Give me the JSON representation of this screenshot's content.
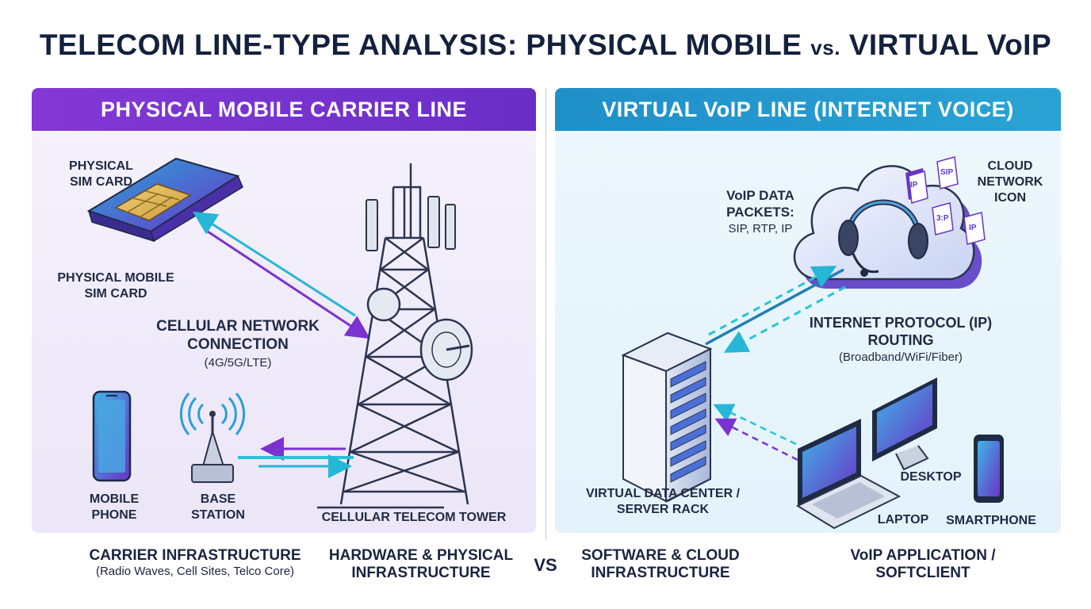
{
  "title": {
    "main_left": "TELECOM LINE-TYPE ANALYSIS: PHYSICAL MOBILE",
    "vs": "vs.",
    "main_right": "VIRTUAL VoIP"
  },
  "left_panel": {
    "header": "PHYSICAL MOBILE CARRIER LINE",
    "sim_label_top": [
      "PHYSICAL",
      "SIM CARD"
    ],
    "sim_label_bottom": [
      "PHYSICAL MOBILE",
      "SIM CARD"
    ],
    "cellular_label": [
      "CELLULAR NETWORK",
      "CONNECTION"
    ],
    "cellular_sub": "(4G/5G/LTE)",
    "phone_label": [
      "MOBILE",
      "PHONE"
    ],
    "base_label": [
      "BASE",
      "STATION"
    ],
    "tower_label": "CELLULAR TELECOM TOWER"
  },
  "right_panel": {
    "header": "VIRTUAL VoIP LINE (INTERNET VOICE)",
    "packets_label": [
      "VoIP DATA",
      "PACKETS:"
    ],
    "packets_sub": "SIP, RTP, IP",
    "cloud_label": [
      "CLOUD",
      "NETWORK",
      "ICON"
    ],
    "packet_tags": [
      "IP",
      "SIP",
      "3:P",
      "IP"
    ],
    "routing_label": [
      "INTERNET PROTOCOL (IP)",
      "ROUTING"
    ],
    "routing_sub": "(Broadband/WiFi/Fiber)",
    "server_label": [
      "VIRTUAL DATA CENTER /",
      "SERVER RACK"
    ],
    "desktop_label": "DESKTOP",
    "laptop_label": "LAPTOP",
    "smartphone_label": "SMARTPHONE"
  },
  "footer": {
    "carrier": "CARRIER INFRASTRUCTURE",
    "carrier_sub": "(Radio Waves, Cell Sites, Telco Core)",
    "hardware": [
      "HARDWARE & PHYSICAL",
      "INFRASTRUCTURE"
    ],
    "vs": "VS",
    "software": [
      "SOFTWARE & CLOUD",
      "INFRASTRUCTURE"
    ],
    "voip_app": [
      "VoIP APPLICATION /",
      "SOFTCLIENT"
    ]
  },
  "colors": {
    "purple": "#7b32d0",
    "teal": "#2aa3d4",
    "cyan": "#26c3d6",
    "navy": "#14213d"
  }
}
